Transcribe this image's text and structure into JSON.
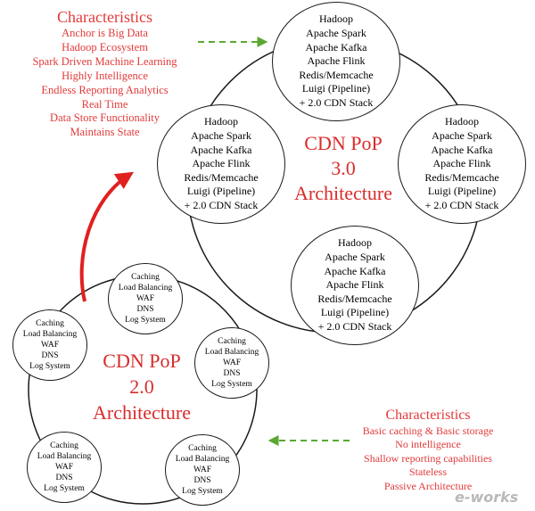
{
  "characteristics_3": {
    "title": "Characteristics",
    "items": [
      "Anchor is Big Data",
      "Hadoop Ecosystem",
      "Spark Driven Machine Learning",
      "Highly Intelligence",
      "Endless Reporting Analytics",
      "Real Time",
      "Data Store Functionality",
      "Maintains State"
    ]
  },
  "characteristics_2": {
    "title": "Characteristics",
    "items": [
      "Basic caching & Basic storage",
      "No intelligence",
      "Shallow reporting capabilities",
      "Stateless",
      "Passive Architecture"
    ]
  },
  "arch3": {
    "title_lines": [
      "CDN PoP",
      "3.0",
      "Architecture"
    ],
    "nodes": [
      [
        "Hadoop",
        "Apache Spark",
        "Apache Kafka",
        "Apache Flink",
        "Redis/Memcache",
        "Luigi (Pipeline)",
        "+ 2.0 CDN Stack"
      ],
      [
        "Hadoop",
        "Apache Spark",
        "Apache Kafka",
        "Apache Flink",
        "Redis/Memcache",
        "Luigi (Pipeline)",
        "+ 2.0 CDN Stack"
      ],
      [
        "Hadoop",
        "Apache Spark",
        "Apache Kafka",
        "Apache Flink",
        "Redis/Memcache",
        "Luigi (Pipeline)",
        "+ 2.0 CDN Stack"
      ],
      [
        "Hadoop",
        "Apache Spark",
        "Apache Kafka",
        "Apache Flink",
        "Redis/Memcache",
        "Luigi (Pipeline)",
        "+ 2.0 CDN Stack"
      ]
    ]
  },
  "arch2": {
    "title_lines": [
      "CDN PoP",
      "2.0",
      "Architecture"
    ],
    "nodes": [
      [
        "Caching",
        "Load Balancing",
        "WAF",
        "DNS",
        "Log System"
      ],
      [
        "Caching",
        "Load Balancing",
        "WAF",
        "DNS",
        "Log System"
      ],
      [
        "Caching",
        "Load Balancing",
        "WAF",
        "DNS",
        "Log System"
      ],
      [
        "Caching",
        "Load Balancing",
        "WAF",
        "DNS",
        "Log System"
      ],
      [
        "Caching",
        "Load Balancing",
        "WAF",
        "DNS",
        "Log System"
      ]
    ]
  },
  "watermark": "e-works",
  "colors": {
    "accent_red": "#e23a3a",
    "arrow_red": "#e0201f",
    "arrow_green": "#5aa832",
    "stroke": "#1a1a1a"
  }
}
